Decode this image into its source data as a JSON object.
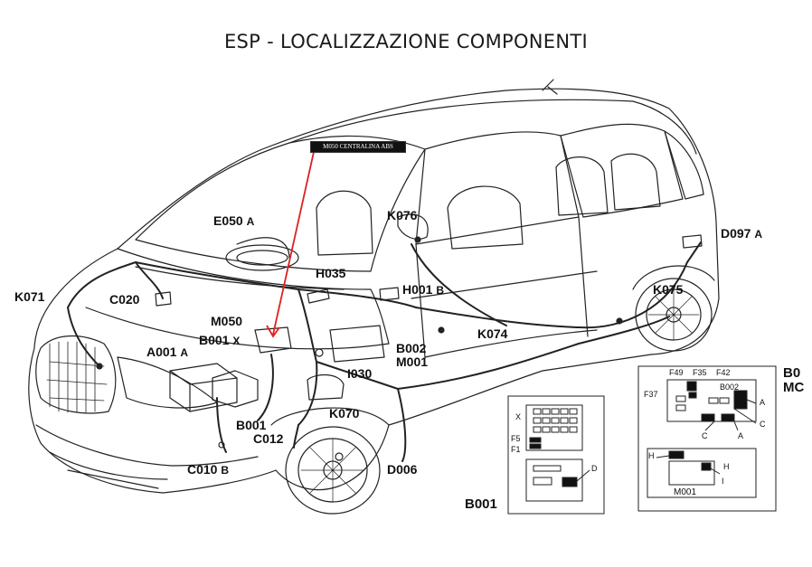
{
  "title": "ESP - LOCALIZZAZIONE COMPONENTI",
  "callout": {
    "text": "M050 CENTRALINA ABS",
    "color": "#e02020"
  },
  "components": {
    "E050": "E050",
    "E050_suffix": "A",
    "K076": "K076",
    "D097": "D097",
    "D097_suffix": "A",
    "H035": "H035",
    "H001": "H001",
    "H001_suffix": "B",
    "K071": "K071",
    "C020": "C020",
    "M050": "M050",
    "B001X": "B001",
    "B001X_suffix": "X",
    "A001": "A001",
    "A001_suffix": "A",
    "K074": "K074",
    "K075": "K075",
    "B002": "B002",
    "M001": "M001",
    "I030": "I030",
    "K070": "K070",
    "B001": "B001",
    "C012": "C012",
    "C010": "C010",
    "C010_suffix": "B",
    "D006": "D006"
  },
  "inset_b001": {
    "caption": "B001",
    "labels": {
      "X": "X",
      "F5": "F5",
      "F1": "F1",
      "D": "D"
    }
  },
  "inset_b002": {
    "caption_b0": "B0",
    "caption_mc": "MC",
    "labels": {
      "F49": "F49",
      "F35": "F35",
      "F42": "F42",
      "F37": "F37",
      "B002": "B002",
      "A1": "A",
      "C1": "C",
      "C2": "C",
      "A2": "A",
      "H1": "H",
      "H2": "H",
      "I": "I",
      "M001": "M001"
    }
  }
}
